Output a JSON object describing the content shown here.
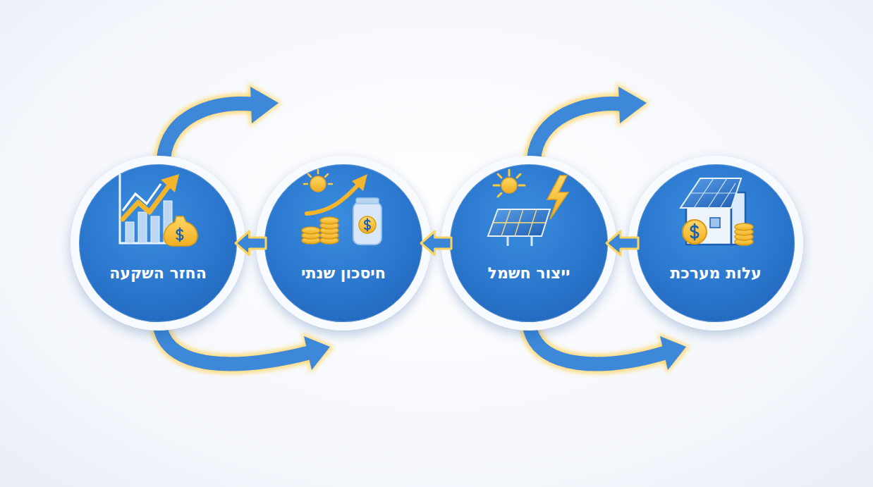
{
  "diagram": {
    "nodes": [
      {
        "text": [
          "עלות מערכת"
        ]
      },
      {
        "text": [
          "ייצור חשמל"
        ]
      },
      {
        "text": [
          "חיסכון שנתי"
        ]
      },
      {
        "text": [
          "החזר השקעה"
        ]
      }
    ],
    "edges": [
      {
        "from": 0,
        "to": 1,
        "arrow": "to"
      },
      {
        "from": 1,
        "to": 2,
        "arrow": "to"
      },
      {
        "from": 2,
        "to": 3,
        "arrow": "to"
      }
    ]
  }
}
